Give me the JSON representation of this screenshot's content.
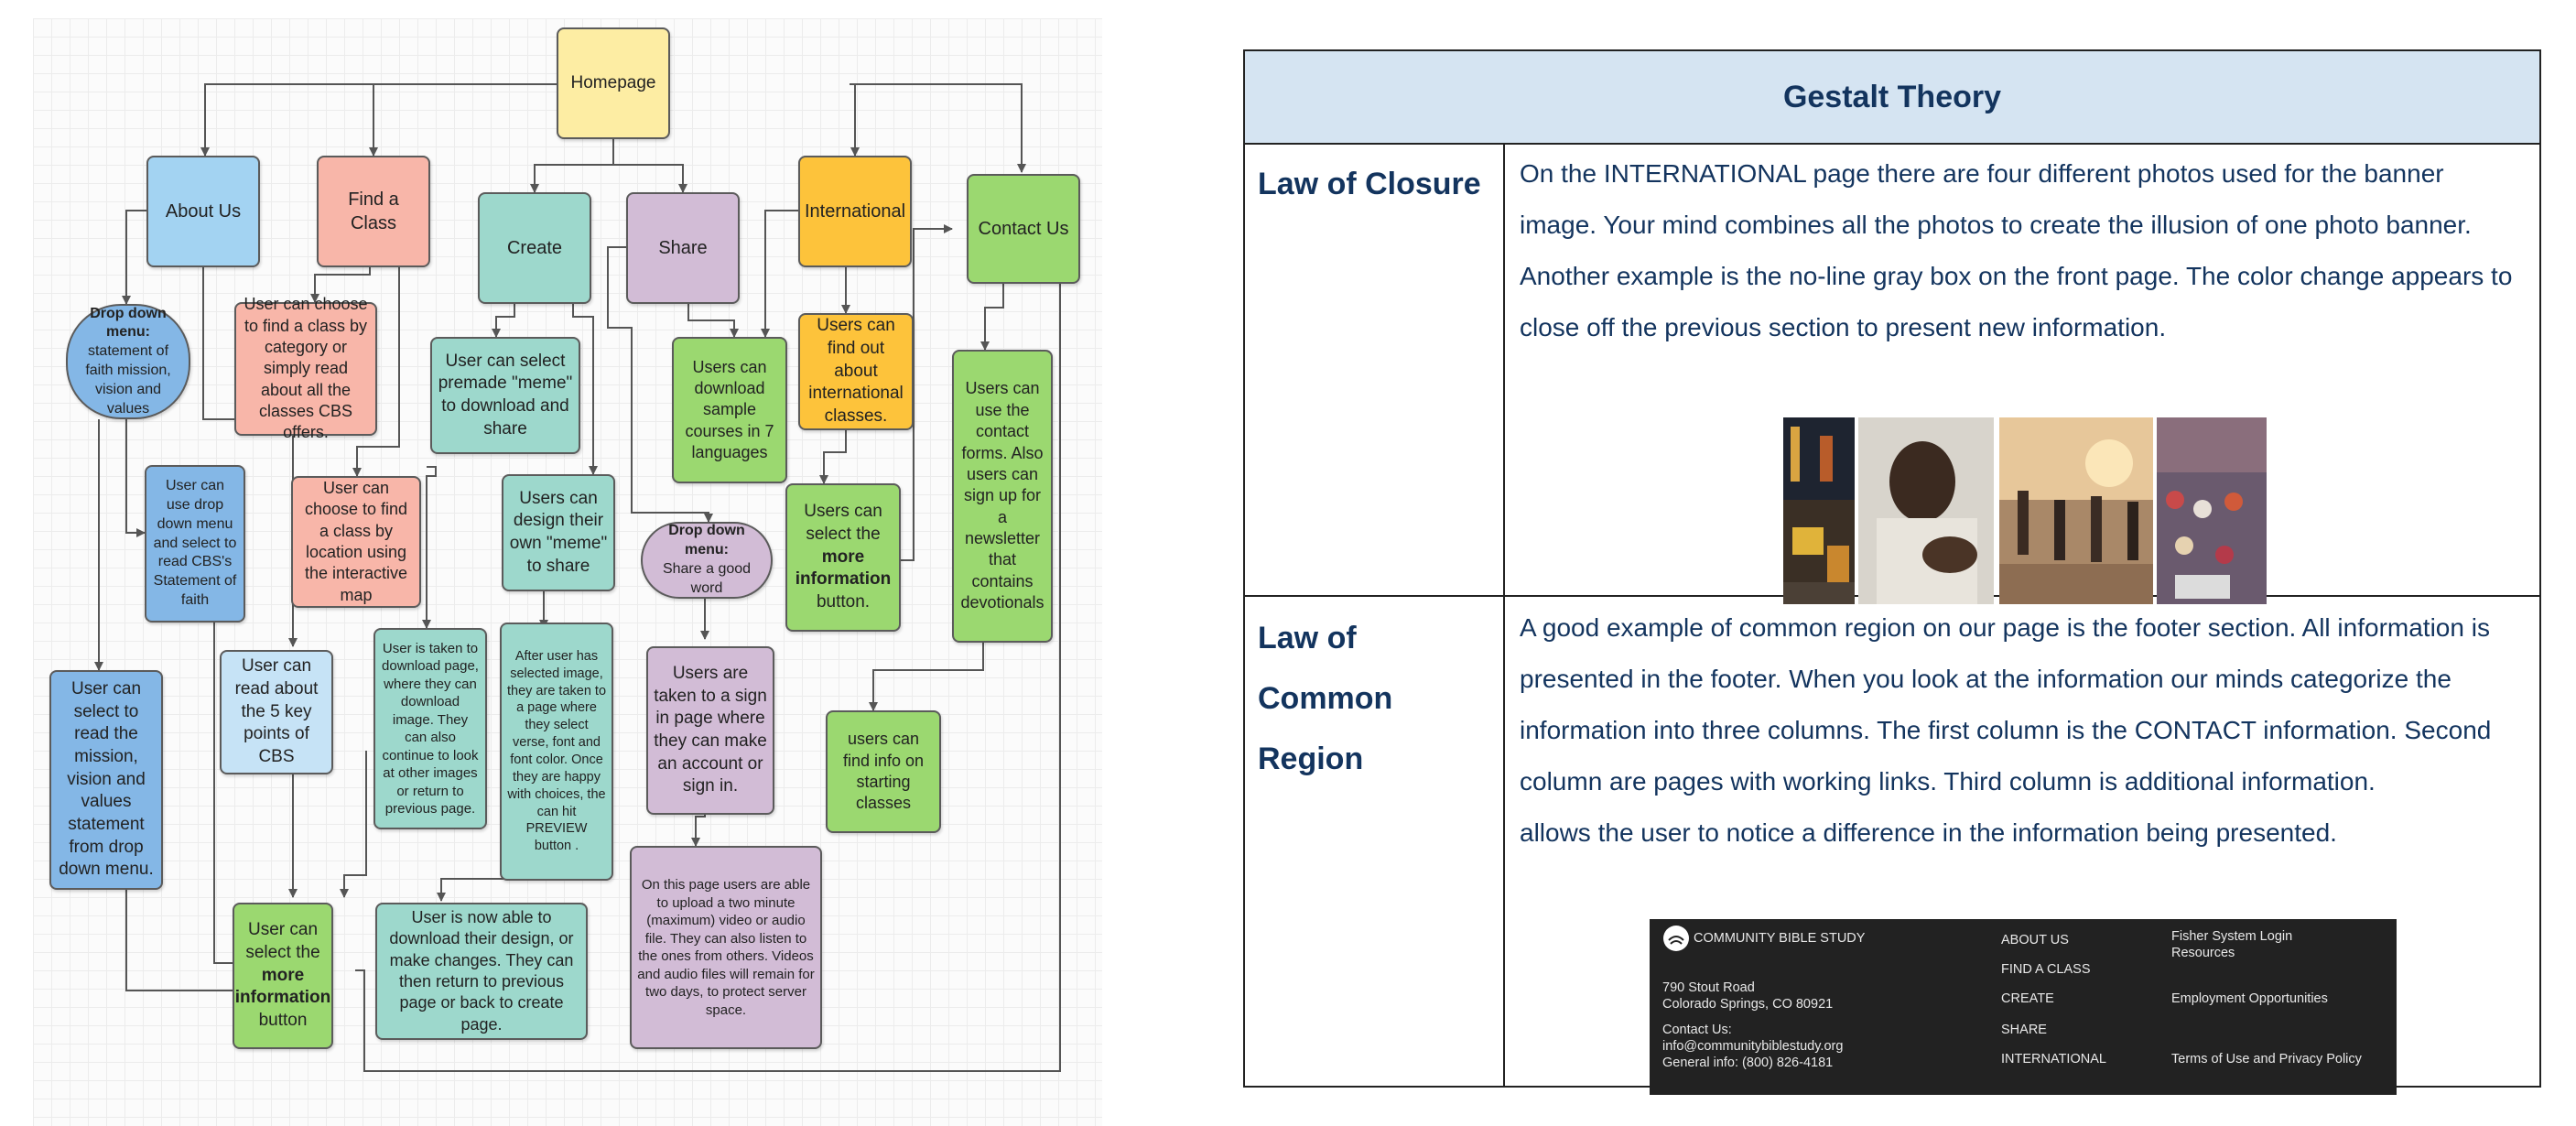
{
  "flowchart": {
    "nodes": {
      "homepage": "Homepage",
      "about": "About Us",
      "find_class": "Find a Class",
      "create": "Create",
      "share": "Share",
      "international": "International",
      "contact": "Contact Us",
      "dropdown_about_title": "Drop down menu:",
      "dropdown_about_text": "statement of faith mission, vision and values",
      "choose_category": "User can choose to find a class by category or simply read about all the classes CBS offers.",
      "select_meme": "User can select premade \"meme\" to download and share",
      "download_samples": "Users can download sample courses in 7 languages",
      "intl_info": "Users can find out about international classes.",
      "contact_forms": "Users can use the contact forms. Also users can sign up for a newsletter that contains devotionals",
      "read_statement": "User can use drop down menu and select to read CBS's Statement of faith",
      "choose_location": "User can choose to find a class by location  using the interactive map",
      "design_meme": "Users can design their own \"meme\" to share",
      "dropdown_share_title": "Drop down menu:",
      "dropdown_share_text": "Share a good word",
      "intl_more_a": "Users can select the",
      "intl_more_b": "more information",
      "intl_more_c": "button.",
      "read_mission": "User can select to read the mission, vision and values statement from drop down menu.",
      "five_key": "User can read about the 5 key points of CBS",
      "download_page": "User is taken to download page, where they can download image. They can also continue to look at other images or return to previous page.",
      "after_selected": "After user has selected image, they are taken to a page where they select verse, font and font color. Once they are happy with choices, the can hit PREVIEW button .",
      "sign_in": "Users are taken to a sign in page where they can make an account or sign in.",
      "starting_classes": "users can find info on starting classes",
      "more_info_a": "User can select the",
      "more_info_b": "more information",
      "more_info_c": "button",
      "download_design": "User is now able to download their design, or make changes. They can then return to previous page or back to create page.",
      "upload": "On this page users are able to upload a two minute (maximum) video or audio file. They can also listen to the ones from others. Videos and audio files will remain for two days, to protect server space."
    }
  },
  "gestalt": {
    "title": "Gestalt Theory",
    "closure": {
      "law": "Law of Closure",
      "text": "On the INTERNATIONAL page there are four different photos used for the banner image. Your mind combines all the photos to create the illusion of one photo banner. Another example is the no-line gray box on the front page. The color change appears to close off the previous section to present new information."
    },
    "region": {
      "law": "Law of Common Region",
      "text": "A good example of common region on our page is the footer section. All information is presented in the footer. When you look at the information our minds categorize the information into three columns. The first column is the CONTACT information. Second column are pages with working links. Third column is additional information.",
      "text2": "allows the user to notice a difference in the information being presented."
    },
    "footer_image": {
      "brand": "COMMUNITY BIBLE STUDY",
      "address1": "790 Stout Road",
      "address2": "Colorado Springs, CO 80921",
      "contact_label": "Contact Us:",
      "email": "info@communitybiblestudy.org",
      "phone": "General info: (800) 826-4181",
      "links": [
        "ABOUT US",
        "FIND A CLASS",
        "CREATE",
        "SHARE",
        "INTERNATIONAL"
      ],
      "extra1": "Fisher System Login",
      "extra1b": "Resources",
      "extra2": "Employment Opportunities",
      "extra3": "Terms of Use and Privacy Policy"
    }
  }
}
